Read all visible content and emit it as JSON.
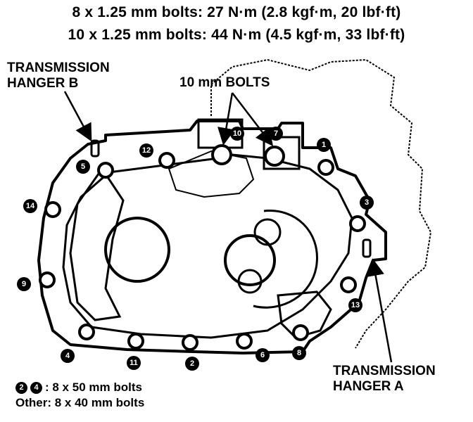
{
  "torque_specs": [
    "8 x 1.25 mm bolts: 27 N·m (2.8 kgf·m, 20 lbf·ft)",
    "10 x 1.25 mm bolts: 44 N·m (4.5 kgf·m, 33 lbf·ft)"
  ],
  "labels": {
    "hanger_b_line1": "TRANSMISSION",
    "hanger_b_line2": "HANGER B",
    "bolts_10mm": "10 mm BOLTS",
    "hanger_a_line1": "TRANSMISSION",
    "hanger_a_line2": "HANGER A"
  },
  "legend": {
    "badge_a": "2",
    "badge_b": "4",
    "row1_text": ": 8 x 50 mm bolts",
    "row2_text": "Other: 8 x 40 mm bolts"
  },
  "bolt_numbers": [
    "1",
    "2",
    "3",
    "4",
    "5",
    "6",
    "7",
    "8",
    "9",
    "10",
    "11",
    "12",
    "13",
    "14"
  ],
  "colors": {
    "ink": "#000000",
    "paper": "#ffffff"
  }
}
